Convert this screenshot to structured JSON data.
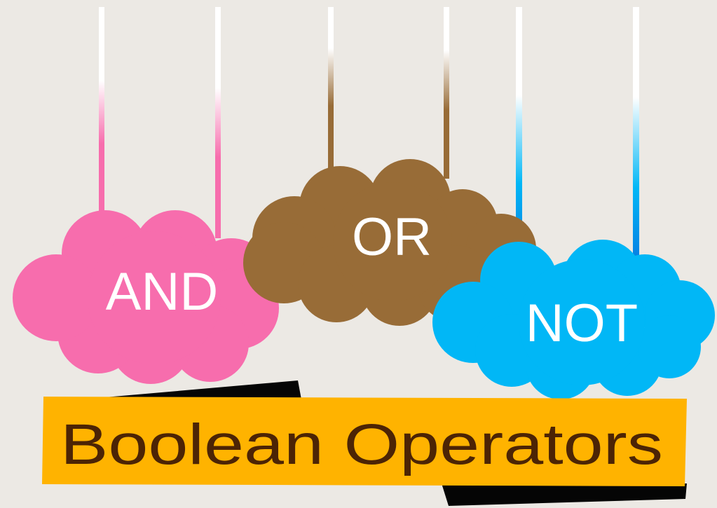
{
  "clouds": {
    "and": {
      "label": "AND",
      "color": "#F76DAD"
    },
    "or": {
      "label": "OR",
      "color": "#986C37"
    },
    "not": {
      "label": "NOT",
      "color": "#01B7F6"
    }
  },
  "overlap_colors": {
    "and_or": "#8B1E1C",
    "or_not": "#013A2F",
    "not_banner": "#0E7A1E"
  },
  "banner": {
    "title": "Boolean Operators",
    "fill": "#FFB300",
    "text_color": "#4C2405",
    "shadow": "#050505"
  },
  "background": "#ECE9E4"
}
